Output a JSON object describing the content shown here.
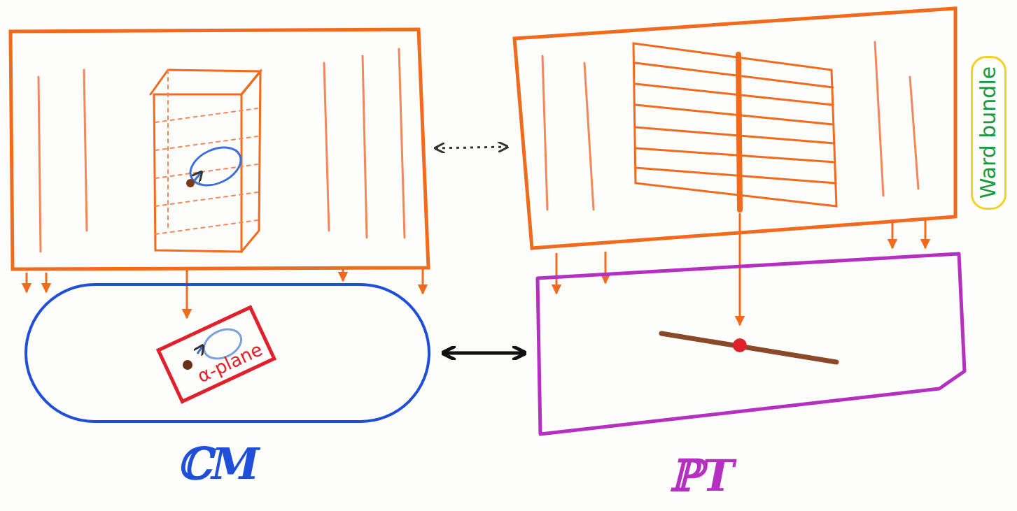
{
  "diagram": {
    "nodes": [
      {
        "text": [
          "ℂM"
        ]
      },
      {
        "text": [
          "α-plane"
        ],
        "in": 0
      },
      {
        "text": [
          "ℙT"
        ]
      },
      {
        "text": [
          "Ward bundle"
        ]
      }
    ],
    "edges": [
      {
        "from": 0,
        "to": 2,
        "arrow": "both"
      }
    ]
  }
}
